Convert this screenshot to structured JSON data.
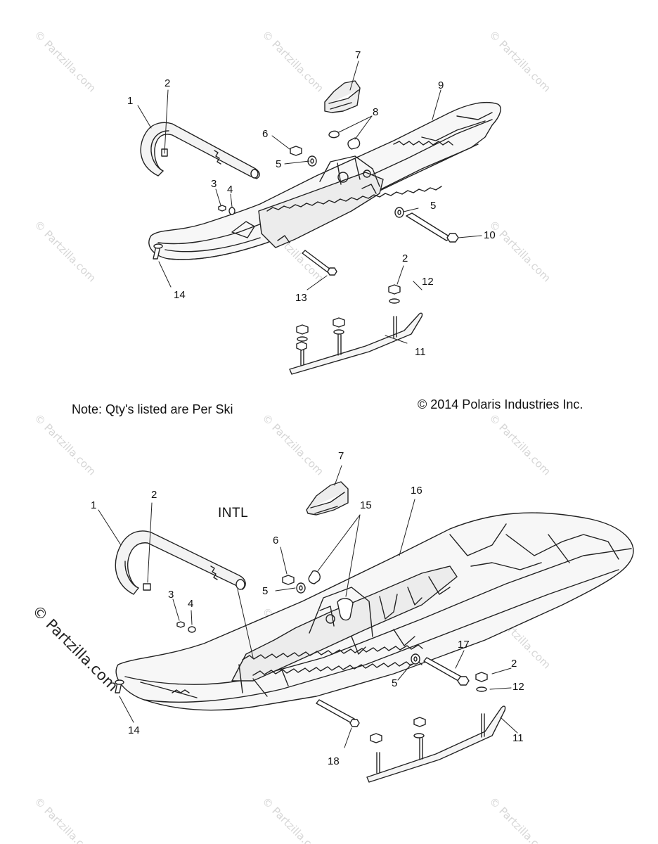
{
  "watermark": {
    "text": "© Partzilla.com",
    "color": "#d6d6d6",
    "dark_color": "#222222"
  },
  "note": "Note: Qty's listed are Per Ski",
  "copyright": "© 2014 Polaris Industries Inc.",
  "variant_label": "INTL",
  "top_diagram": {
    "callouts": [
      "1",
      "2",
      "3",
      "4",
      "5",
      "5",
      "6",
      "7",
      "8",
      "9",
      "10",
      "11",
      "12",
      "13",
      "14",
      "2"
    ]
  },
  "bottom_diagram": {
    "callouts": [
      "1",
      "2",
      "3",
      "4",
      "5",
      "5",
      "6",
      "7",
      "15",
      "16",
      "17",
      "2",
      "12",
      "11",
      "14",
      "18"
    ]
  }
}
